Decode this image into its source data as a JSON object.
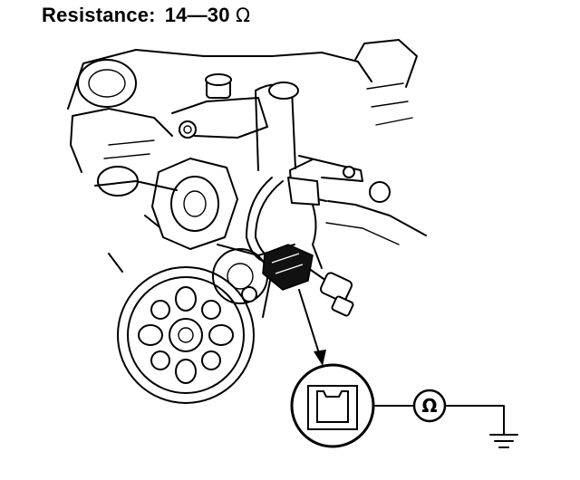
{
  "spec": {
    "label": "Resistance:",
    "value": "14—30",
    "unit": "Ω"
  },
  "meter": {
    "symbol": "Ω"
  },
  "icons": [
    "engine-illustration",
    "crankshaft-pulley-icon",
    "wire-connector-icon",
    "connector-face-icon",
    "ohmmeter-icon",
    "ground-icon"
  ]
}
